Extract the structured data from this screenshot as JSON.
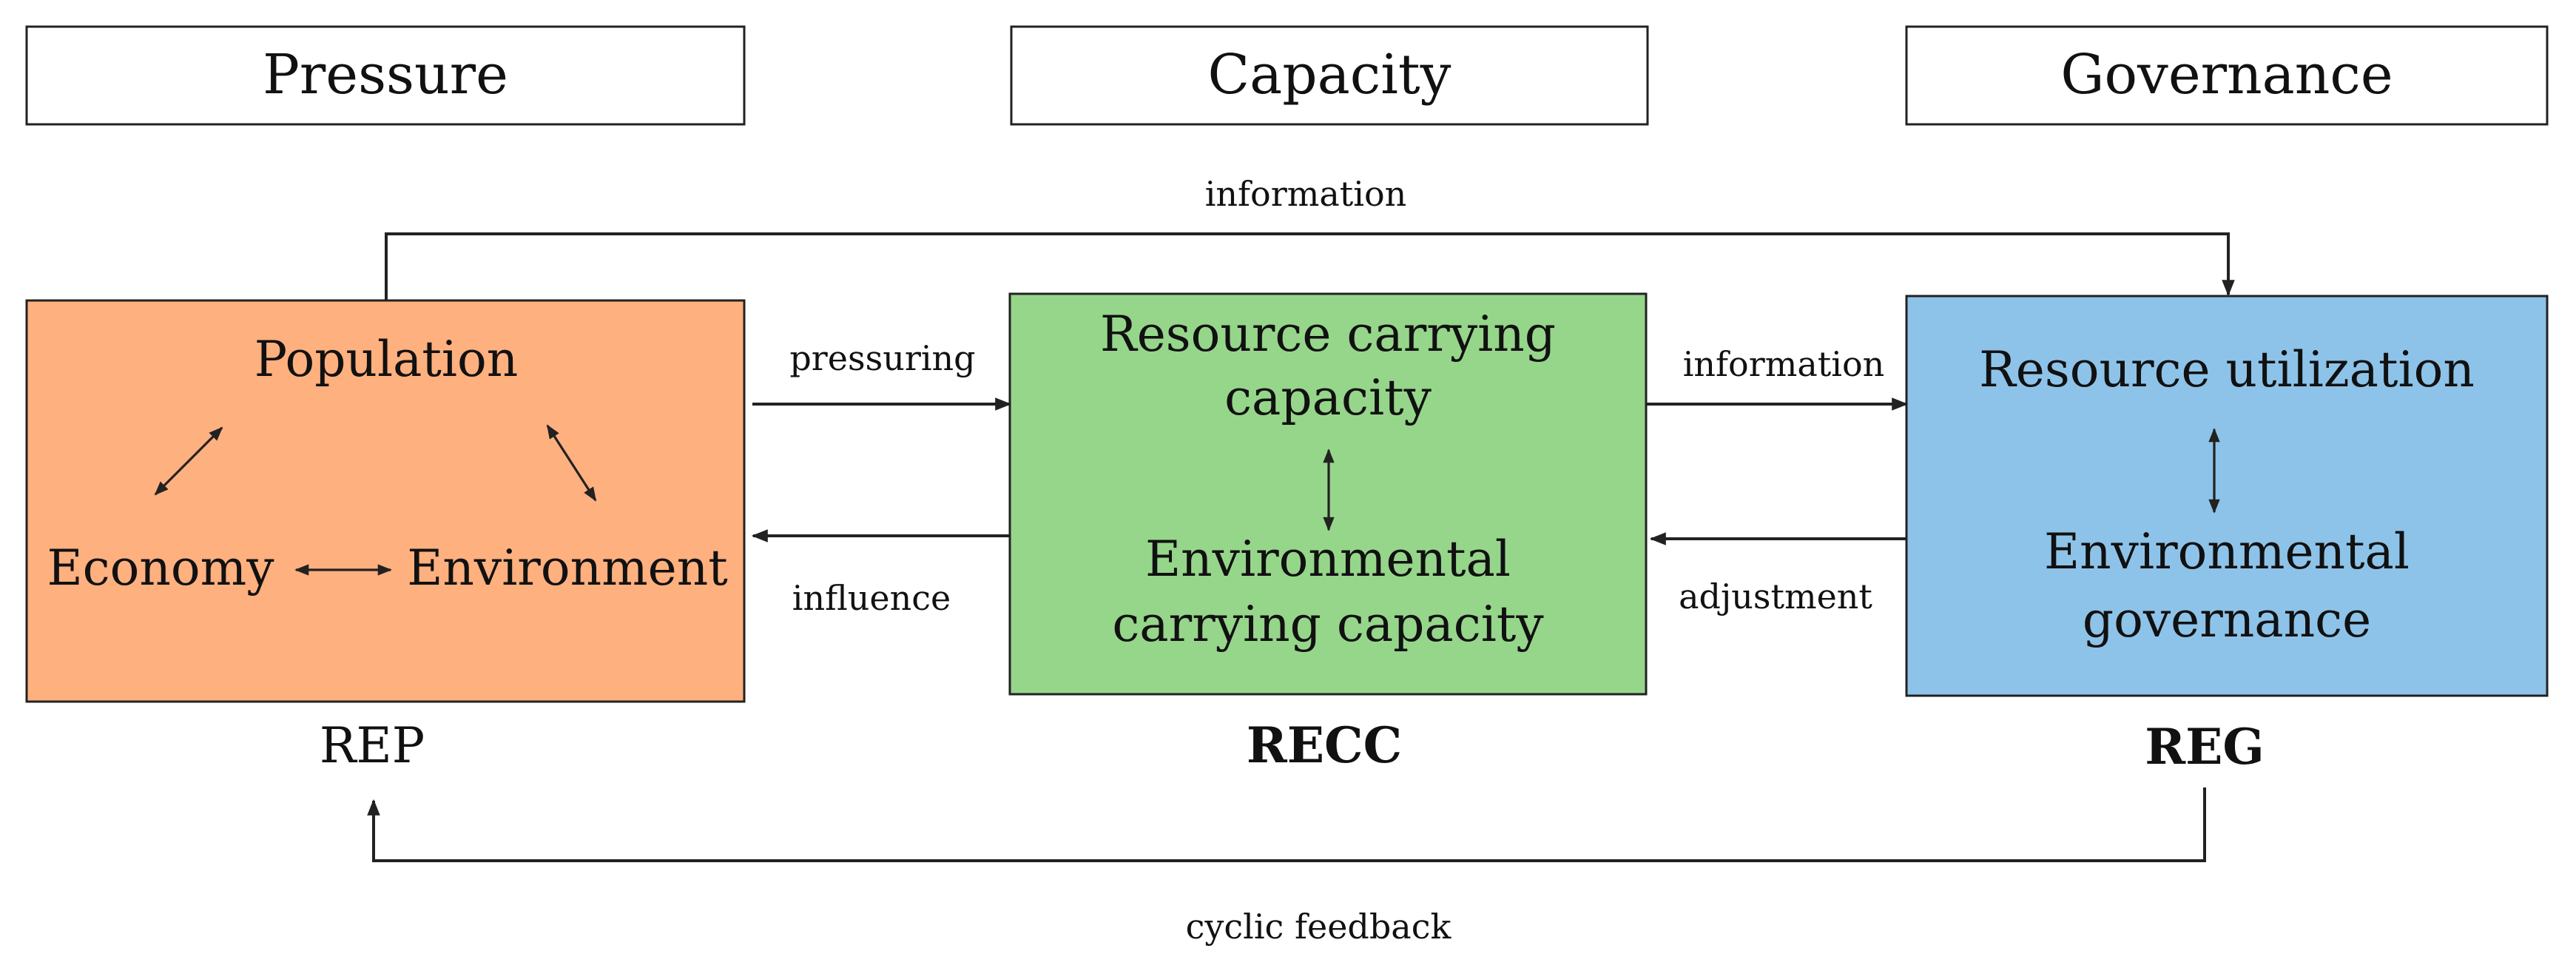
{
  "headers": {
    "pressure": "Pressure",
    "capacity": "Capacity",
    "governance": "Governance"
  },
  "rep_box": {
    "population": "Population",
    "economy": "Economy",
    "environment": "Environment",
    "color": "#FFB07F"
  },
  "recc_box": {
    "line1": "Resource carrying",
    "line2": "capacity",
    "line3": "Environmental",
    "line4": "carrying capacity",
    "color": "#96D68A"
  },
  "reg_box": {
    "line1": "Resource utilization",
    "line2": "Environmental",
    "line3": "governance",
    "color": "#8EC3E9"
  },
  "codes": {
    "rep": "REP",
    "recc": "RECC",
    "reg": "REG"
  },
  "flows": {
    "information_top": "information",
    "pressuring": "pressuring",
    "influence": "influence",
    "information_right": "information",
    "adjustment": "adjustment",
    "cyclic_feedback": "cyclic feedback"
  }
}
